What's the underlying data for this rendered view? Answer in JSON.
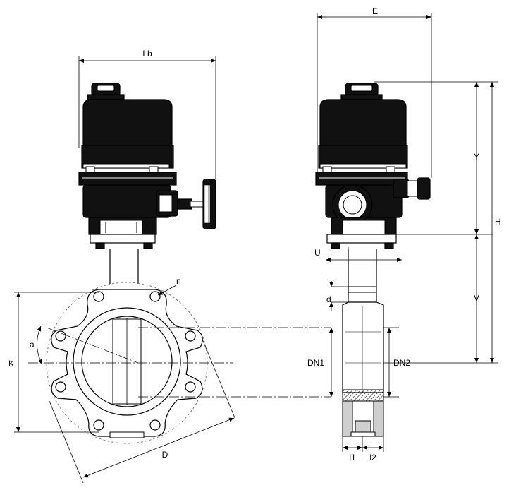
{
  "labels": {
    "Lb": "Lb",
    "E": "E",
    "Y": "Y",
    "H": "H",
    "V": "V",
    "U": "U",
    "d": "d",
    "n": "n",
    "a": "a",
    "K": "K",
    "D": "D",
    "DN1": "DN1",
    "DN2": "DN2",
    "l1": "l1",
    "l2": "l2"
  },
  "colors": {
    "line": "#000000",
    "actuator_body": "#111111",
    "fill_light": "#ffffff",
    "hatch": "#cfcfcf"
  }
}
